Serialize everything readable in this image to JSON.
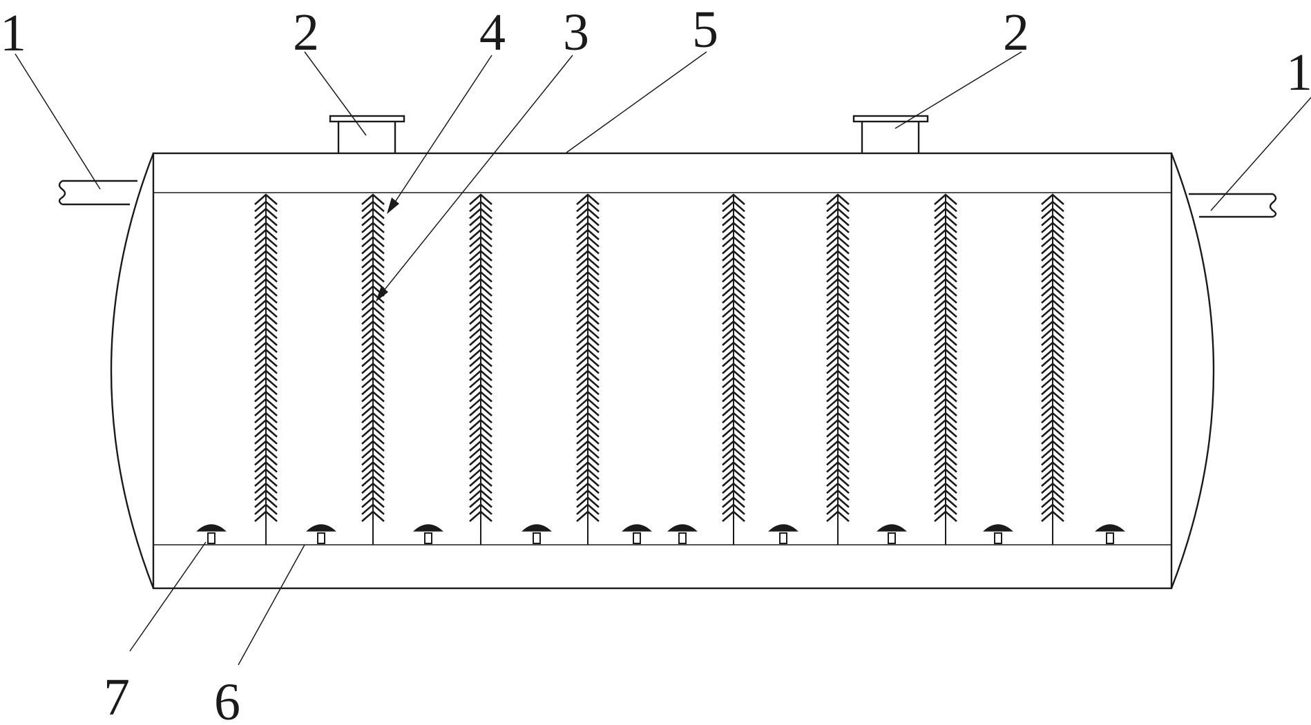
{
  "labels": {
    "inlet_left": "1",
    "inlet_right": "1",
    "manhole_left": "2",
    "manhole_right": "2",
    "filler": "3",
    "hanger": "4",
    "tank_body": "5",
    "air_pipe": "6",
    "aerator": "7"
  },
  "colors": {
    "line": "#1a1a1a",
    "background": "#ffffff"
  }
}
